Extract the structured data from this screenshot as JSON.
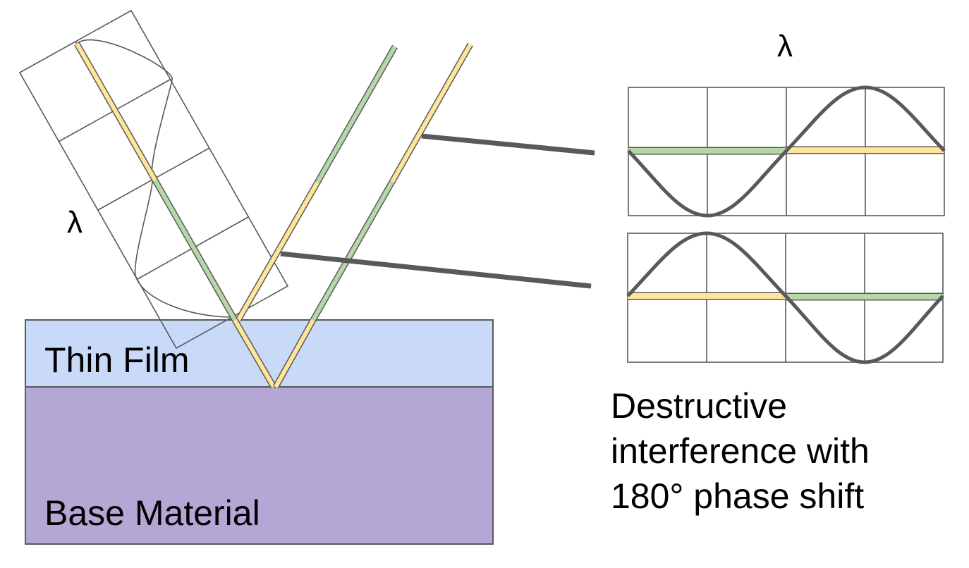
{
  "labels": {
    "thin_film": "Thin Film",
    "base_material": "Base Material",
    "wavelength_left": "λ",
    "wavelength_top": "λ",
    "caption": [
      "Destructive",
      "interference with",
      "180° phase shift"
    ]
  },
  "colors": {
    "thin_film": "#c9daf8",
    "base_material": "#b4a7d6",
    "ray_yellow": "#ffe599",
    "ray_green": "#b6d7a8",
    "outline": "#595959",
    "wave": "#595959",
    "arrow": "#595959"
  }
}
